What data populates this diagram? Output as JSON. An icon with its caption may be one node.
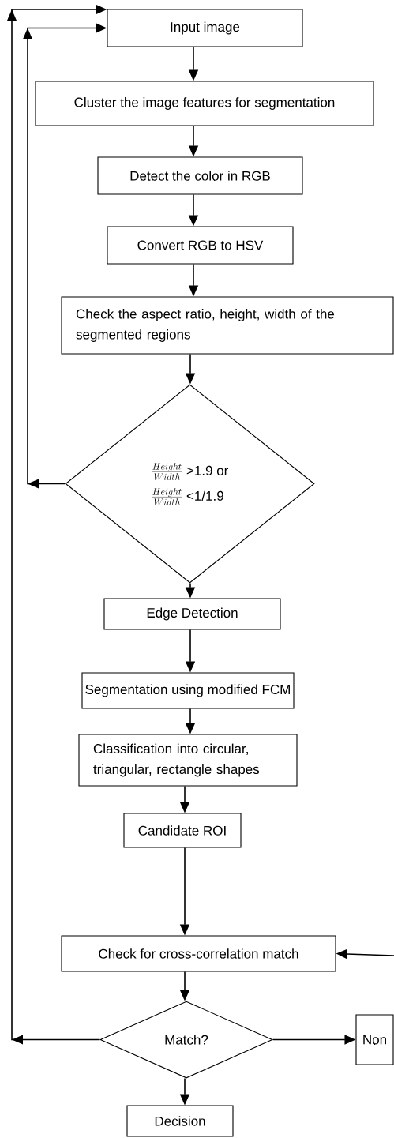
{
  "diagram": {
    "nodes": [
      {
        "text": [
          "Input image"
        ]
      },
      {
        "text": [
          "Cluster the image features for segmentation"
        ]
      },
      {
        "text": [
          "Detect the color in RGB"
        ]
      },
      {
        "text": [
          "Convert RGB to HSV"
        ]
      },
      {
        "text": [
          "Check the aspect ratio, height, width of the segmented regions"
        ]
      },
      {
        "text": [
          "\\frac{Height}{Width}",
          ">1.9 or",
          "\\frac{Height}{Width}",
          "<1/1.9"
        ]
      },
      {
        "text": [
          "Edge Detection"
        ]
      },
      {
        "text": [
          "Segmentation using modified FCM"
        ]
      },
      {
        "text": [
          "Classification into circular, triangular, rectangle shapes"
        ]
      },
      {
        "text": [
          "Candidate ROI"
        ]
      },
      {
        "text": [
          "Check for cross-correlation match"
        ]
      },
      {
        "text": [
          "Match?"
        ]
      },
      {
        "text": [
          "Non"
        ]
      },
      {
        "text": [
          "Decision"
        ]
      }
    ],
    "edges": [
      {
        "from": 0,
        "to": 1,
        "arrow": "to"
      },
      {
        "from": 1,
        "to": 2,
        "arrow": "to"
      },
      {
        "from": 2,
        "to": 3,
        "arrow": "to"
      },
      {
        "from": 3,
        "to": 4,
        "arrow": "to"
      },
      {
        "from": 4,
        "to": 5,
        "arrow": "to"
      },
      {
        "from": 5,
        "to": 6,
        "arrow": "to"
      },
      {
        "from": 6,
        "to": 7,
        "arrow": "to"
      },
      {
        "from": 7,
        "to": 8,
        "arrow": "to"
      },
      {
        "from": 8,
        "to": 9,
        "arrow": "to"
      },
      {
        "from": 9,
        "to": 10,
        "arrow": "to"
      },
      {
        "from": 10,
        "to": 11,
        "arrow": "to"
      },
      {
        "from": 11,
        "to": 13,
        "arrow": "to"
      },
      {
        "from": 11,
        "to": 12,
        "arrow": "to"
      },
      {
        "from": 11,
        "to": 0,
        "arrow": "to"
      },
      {
        "from": 5,
        "to": 0,
        "arrow": "to"
      },
      {
        "from": null,
        "to": 10,
        "arrow": "to"
      }
    ]
  }
}
